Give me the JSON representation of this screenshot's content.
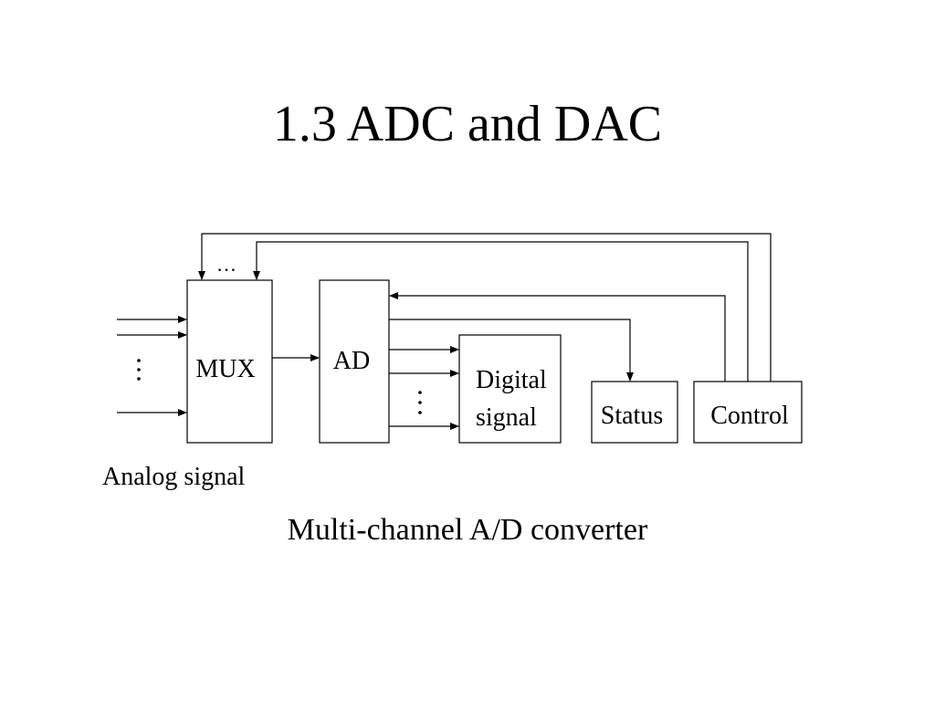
{
  "slide": {
    "title": "1.3 ADC and DAC"
  },
  "diagram": {
    "blocks": {
      "mux": "MUX",
      "ad": "AD",
      "digital_line1": "Digital",
      "digital_line2": "signal",
      "status": "Status",
      "control": "Control"
    },
    "input_label": "Analog signal",
    "caption": "Multi-channel A/D converter",
    "ellipsis_horizontal": "…"
  }
}
